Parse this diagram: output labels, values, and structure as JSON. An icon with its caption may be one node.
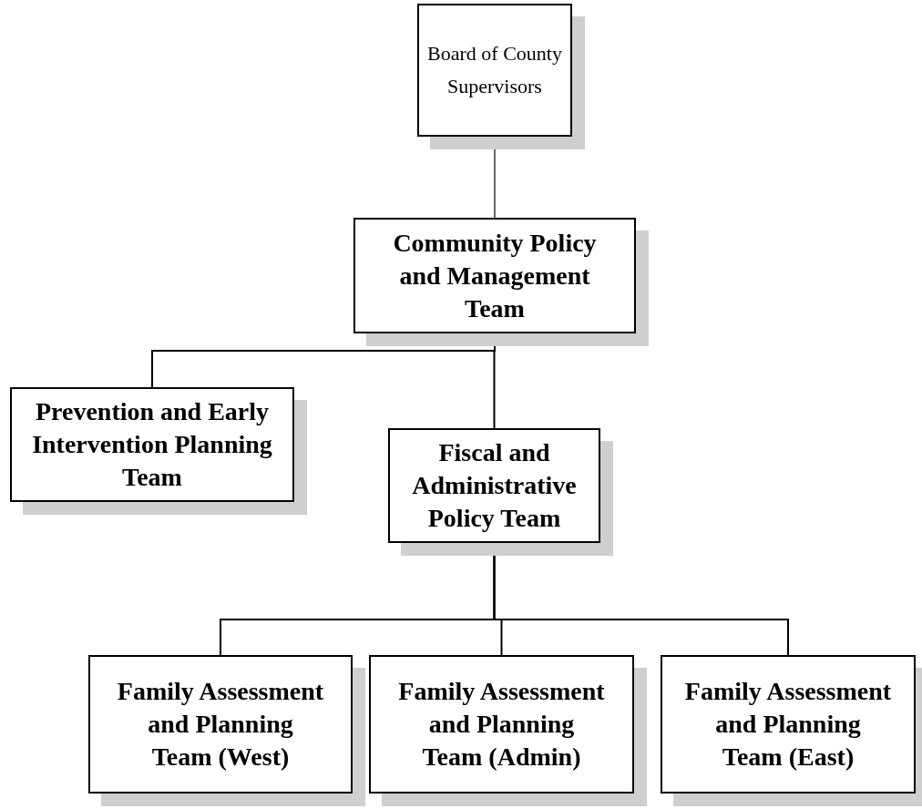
{
  "diagram": {
    "nodes": [
      {
        "text": [
          "Board of County Supervisors"
        ]
      },
      {
        "text": [
          "Community Policy and Management Team"
        ]
      },
      {
        "text": [
          "Prevention and Early Intervention Planning Team"
        ]
      },
      {
        "text": [
          "Fiscal and Administrative Policy Team"
        ]
      },
      {
        "text": [
          "Family Assessment and Planning Team (West)"
        ]
      },
      {
        "text": [
          "Family Assessment and Planning Team (Admin)"
        ]
      },
      {
        "text": [
          "Family Assessment and Planning Team (East)"
        ]
      }
    ],
    "edges": [
      {
        "from": 0,
        "to": 1,
        "arrow": "none"
      },
      {
        "from": 1,
        "to": 2,
        "arrow": "none"
      },
      {
        "from": 1,
        "to": 3,
        "arrow": "none"
      },
      {
        "from": 3,
        "to": 4,
        "arrow": "none"
      },
      {
        "from": 3,
        "to": 5,
        "arrow": "none"
      },
      {
        "from": 3,
        "to": 6,
        "arrow": "none"
      }
    ]
  }
}
